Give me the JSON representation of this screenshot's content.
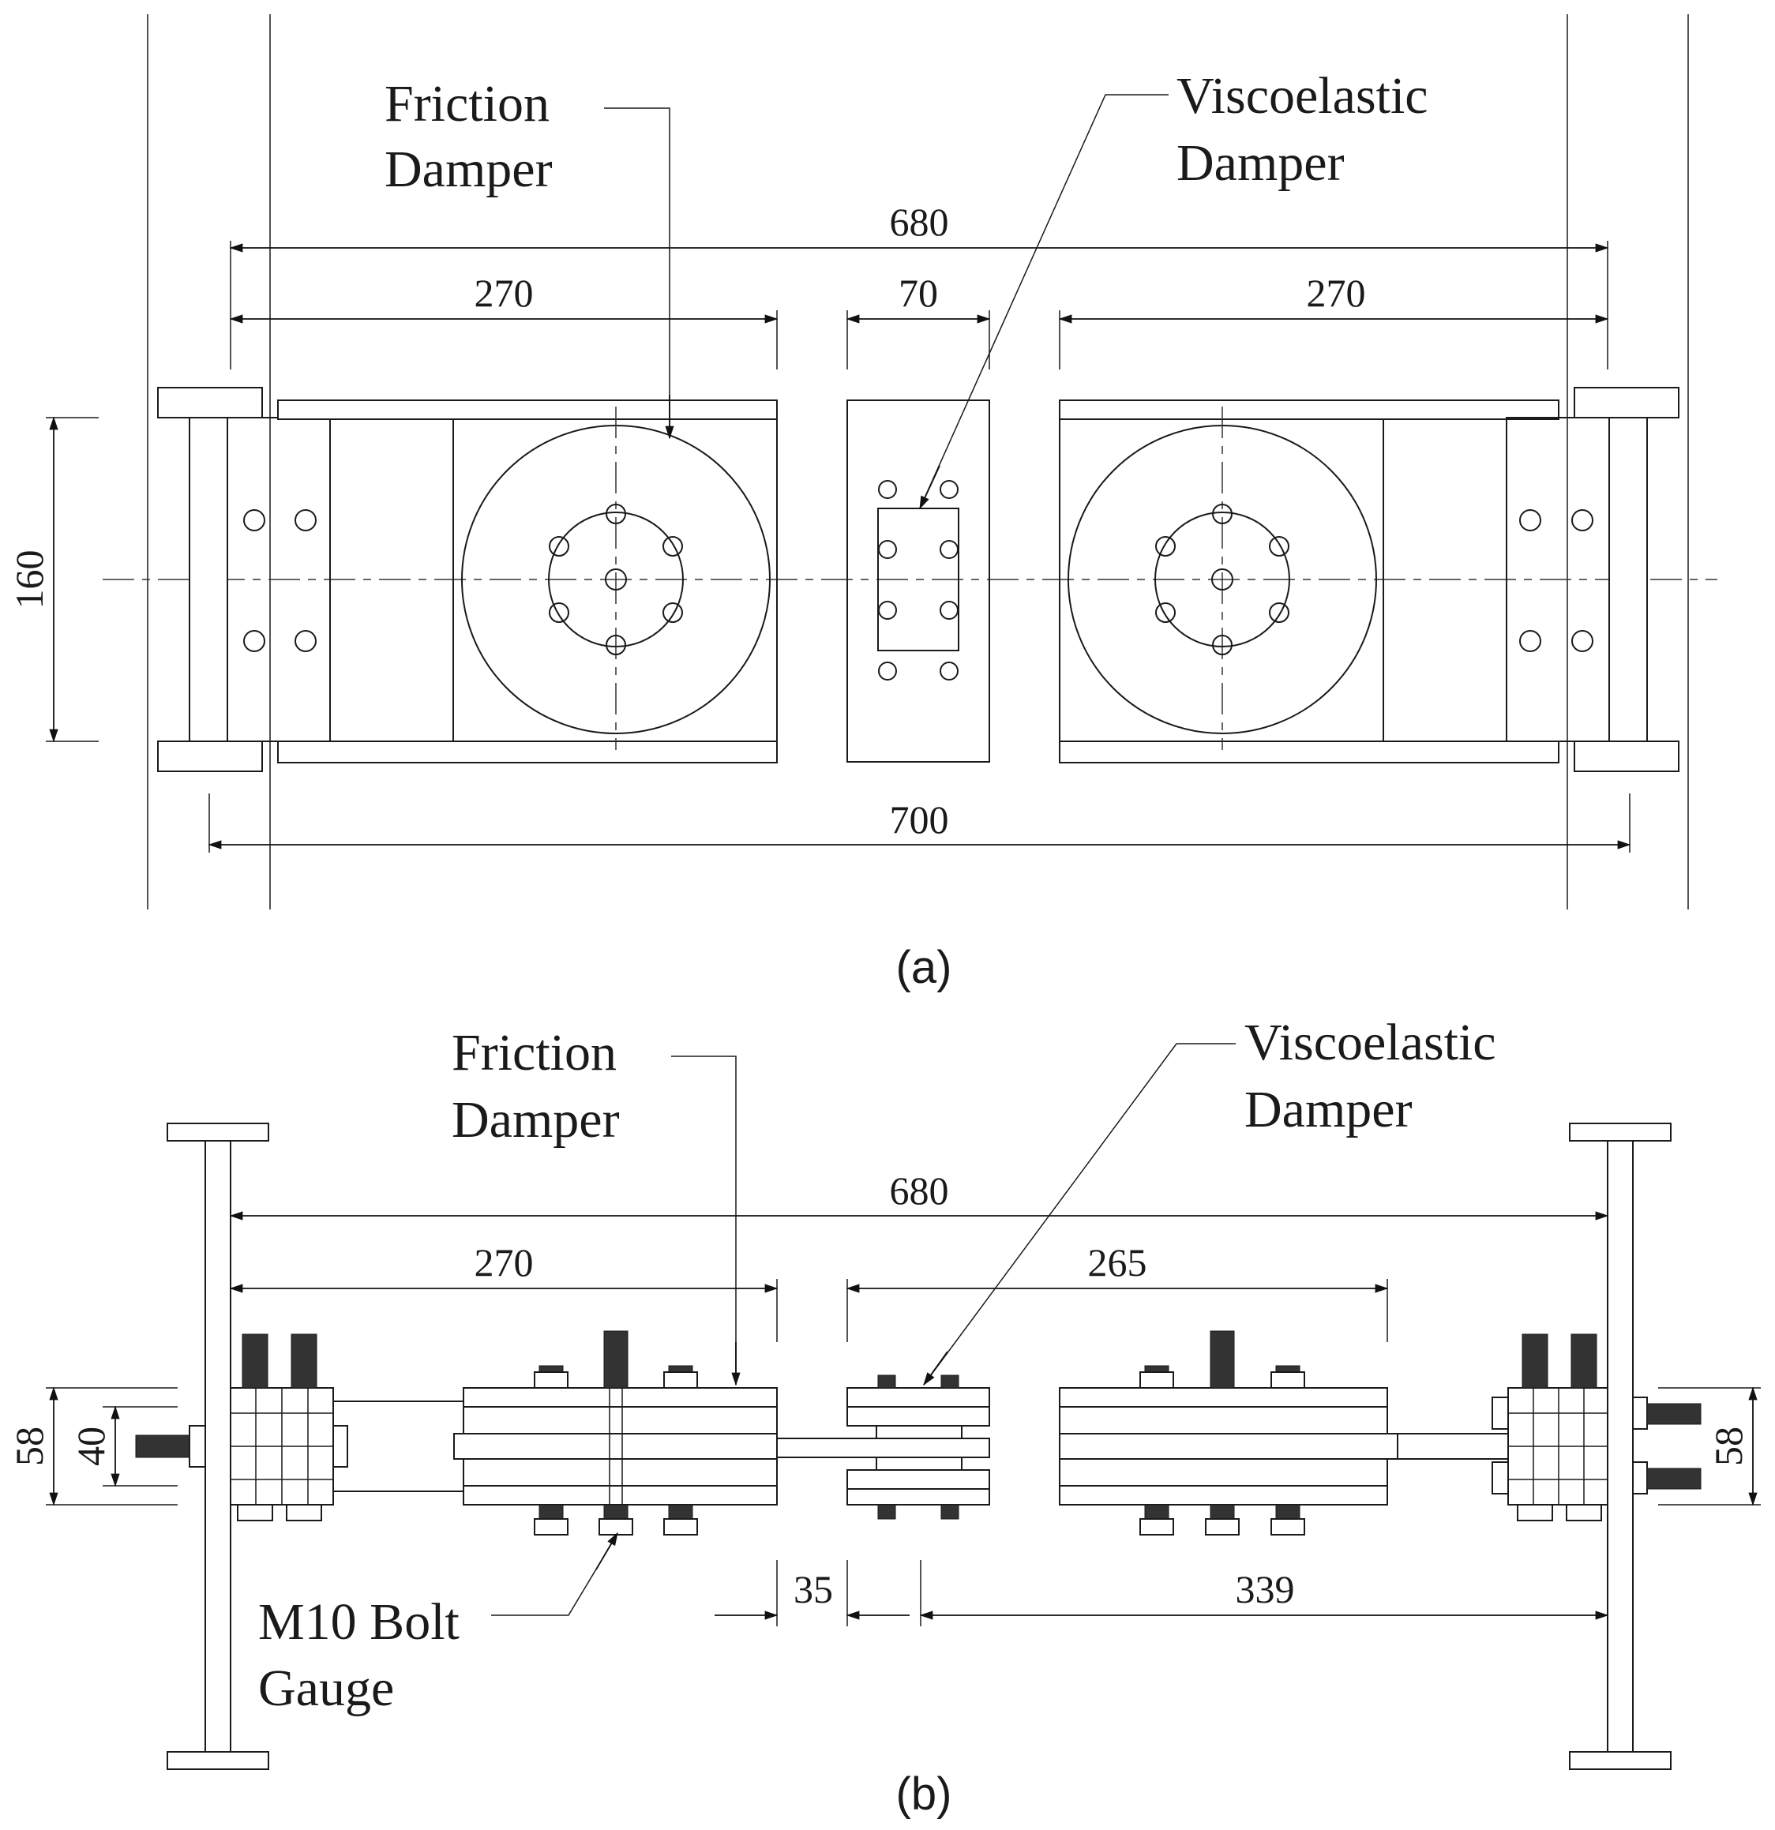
{
  "panel_a": {
    "caption": "(a)",
    "friction_label": [
      "Friction",
      "Damper"
    ],
    "viscoelastic_label": [
      "Viscoelastic",
      "Damper"
    ],
    "dims": {
      "total_680": "680",
      "left_270": "270",
      "middle_70": "70",
      "right_270": "270",
      "height_160": "160",
      "overall_700": "700"
    }
  },
  "panel_b": {
    "caption": "(b)",
    "friction_label": [
      "Friction",
      "Damper"
    ],
    "viscoelastic_label": [
      "Viscoelastic",
      "Damper"
    ],
    "bolt_label": [
      "M10 Bolt",
      "Gauge"
    ],
    "dims": {
      "total_680": "680",
      "left_270": "270",
      "right_265": "265",
      "gap_35": "35",
      "span_339": "339",
      "left_58": "58",
      "left_40": "40",
      "right_58": "58"
    }
  }
}
